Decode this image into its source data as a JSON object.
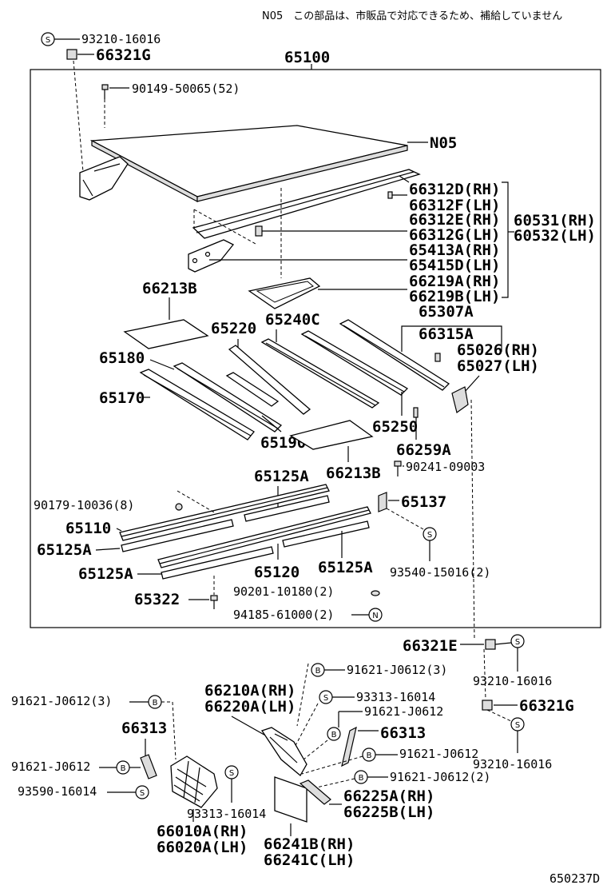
{
  "note": "N05　この部品は、市販品で対応できるため、補給していません",
  "main_assembly": "65100",
  "ref_code": "650237D",
  "labels": {
    "p1": "93210-16016",
    "p2": "66321G",
    "p3": "90149-50065(52)",
    "p4": "N05",
    "p5a": "66312D(RH)",
    "p5b": "66312F(LH)",
    "p6a": "66312E(RH)",
    "p6b": "66312G(LH)",
    "p7a": "60531(RH)",
    "p7b": "60532(LH)",
    "p8a": "65413A(RH)",
    "p8b": "65415D(LH)",
    "p9a": "66219A(RH)",
    "p9b": "66219B(LH)",
    "p10": "66213B",
    "p11": "65307A",
    "p12": "66315A",
    "p13a": "65026(RH)",
    "p13b": "65027(LH)",
    "p14": "65220",
    "p15": "65240C",
    "p16": "65180",
    "p17": "65170",
    "p18": "65250",
    "p19": "65190",
    "p20": "66259A",
    "p21": "66213B",
    "p22": "90241-09003",
    "p23": "65125A",
    "p24": "90179-10036(8)",
    "p25": "65137",
    "p26": "65110",
    "p27": "65125A",
    "p28": "65125A",
    "p29": "65120",
    "p30": "65125A",
    "p31": "93540-15016(2)",
    "p32": "65322",
    "p33": "90201-10180(2)",
    "p34": "94185-61000(2)",
    "p35": "66321E",
    "p36": "93210-16016",
    "p37": "91621-J0612(3)",
    "p38a": "66210A(RH)",
    "p38b": "66220A(LH)",
    "p39": "93313-16014",
    "p40": "91621-J0612",
    "p41": "66321G",
    "p42": "91621-J0612(3)",
    "p43": "66313",
    "p44": "66313",
    "p45": "91621-J0612",
    "p46": "93210-16016",
    "p47": "91621-J0612",
    "p48": "93590-16014",
    "p49": "91621-J0612(2)",
    "p50a": "66225A(RH)",
    "p50b": "66225B(LH)",
    "p51": "93313-16014",
    "p52a": "66010A(RH)",
    "p52b": "66020A(LH)",
    "p53a": "66241B(RH)",
    "p53b": "66241C(LH)"
  },
  "markers": {
    "s": "S",
    "b": "B",
    "n": "N"
  }
}
